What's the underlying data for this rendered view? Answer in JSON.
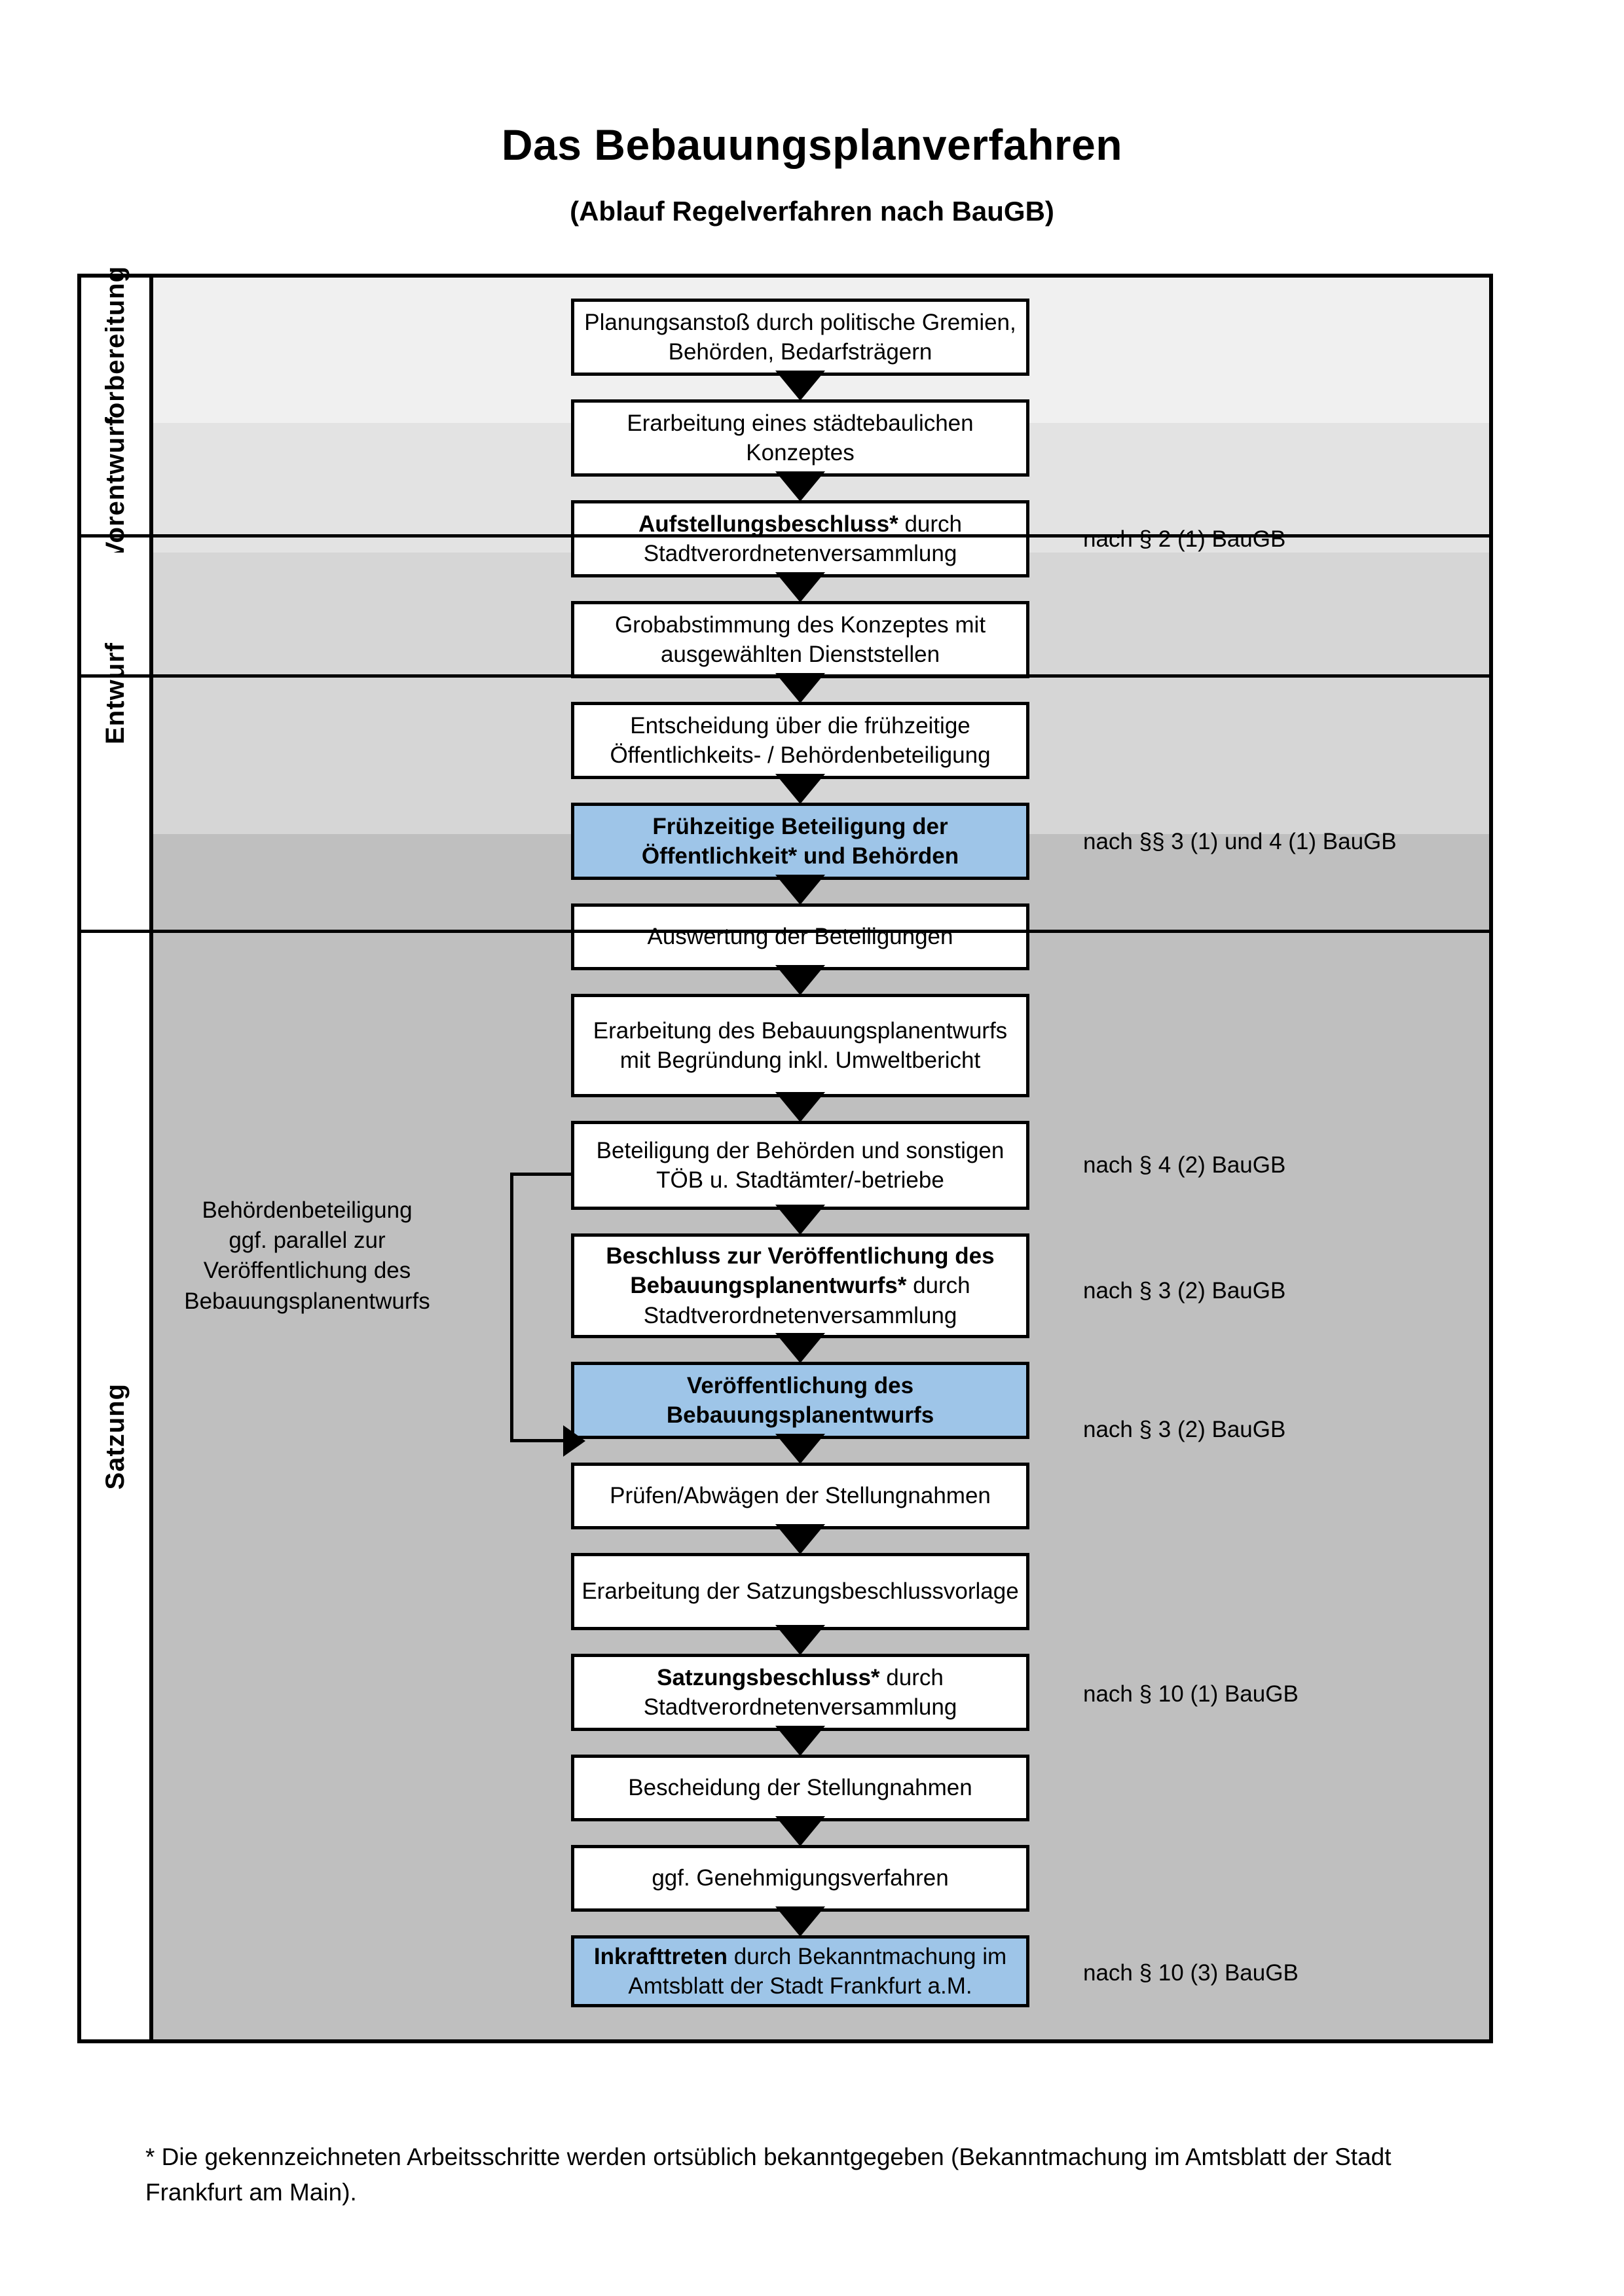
{
  "header": {
    "title": "Das Bebauungsplanverfahren",
    "subtitle": "(Ablauf Regelverfahren nach BauGB)"
  },
  "phases": [
    {
      "key": "vorbereitung",
      "label": "Vorbereitung",
      "band_color": "#F0F0F0"
    },
    {
      "key": "vorentwurf",
      "label": "Vorentwurf",
      "band_color": "#E3E3E3"
    },
    {
      "key": "entwurf",
      "label": "Entwurf",
      "band_color": "#D6D6D6"
    },
    {
      "key": "satzung",
      "label": "Satzung",
      "band_color": "#BFBFBF"
    }
  ],
  "steps": [
    {
      "id": "s1",
      "phase": "vorbereitung",
      "text": "Planungsanstoß durch politische Gremien, Behörden, Bedarfsträgern",
      "bold_lead": "",
      "highlight": false
    },
    {
      "id": "s2",
      "phase": "vorbereitung",
      "text": "Erarbeitung eines städtebaulichen Konzeptes",
      "bold_lead": "",
      "highlight": false
    },
    {
      "id": "s3",
      "phase": "vorbereitung",
      "text": " durch Stadtverordnetenversammlung",
      "bold_lead": "Aufstellungsbeschluss*",
      "highlight": false
    },
    {
      "id": "s4",
      "phase": "vorentwurf",
      "text": "Grobabstimmung des Konzeptes mit ausgewählten Dienststellen",
      "bold_lead": "",
      "highlight": false
    },
    {
      "id": "s5",
      "phase": "vorentwurf",
      "text": "Entscheidung über die frühzeitige Öffentlichkeits- / Behördenbeteiligung",
      "bold_lead": "",
      "highlight": false
    },
    {
      "id": "s6",
      "phase": "vorentwurf",
      "text": "Frühzeitige Beteiligung der Öffentlichkeit* und Behörden",
      "bold_lead": "",
      "highlight": true,
      "all_bold": true
    },
    {
      "id": "s7",
      "phase": "entwurf",
      "text": "Auswertung der Beteiligungen",
      "bold_lead": "",
      "highlight": false
    },
    {
      "id": "s8",
      "phase": "entwurf",
      "text": "Erarbeitung des Bebauungsplanentwurfs mit Begründung inkl. Umweltbericht",
      "bold_lead": "",
      "highlight": false
    },
    {
      "id": "s9",
      "phase": "entwurf",
      "text": "Beteiligung der Behörden und sonstigen TÖB u. Stadtämter/-betriebe",
      "bold_lead": "",
      "highlight": false
    },
    {
      "id": "s10",
      "phase": "entwurf",
      "text": " durch Stadtverordnetenversammlung",
      "bold_lead": "Beschluss zur Veröffentlichung des Bebauungsplanentwurfs*",
      "highlight": false
    },
    {
      "id": "s11",
      "phase": "entwurf",
      "text": "Veröffentlichung des Bebauungsplanentwurfs",
      "bold_lead": "",
      "highlight": true,
      "all_bold": true
    },
    {
      "id": "s12",
      "phase": "satzung",
      "text": "Prüfen/Abwägen der Stellungnahmen",
      "bold_lead": "",
      "highlight": false
    },
    {
      "id": "s13",
      "phase": "satzung",
      "text": "Erarbeitung der Satzungsbeschlussvorlage",
      "bold_lead": "",
      "highlight": false
    },
    {
      "id": "s14",
      "phase": "satzung",
      "text": " durch Stadtverordnetenversammlung",
      "bold_lead": "Satzungsbeschluss*",
      "highlight": false
    },
    {
      "id": "s15",
      "phase": "satzung",
      "text": "Bescheidung der Stellungnahmen",
      "bold_lead": "",
      "highlight": false
    },
    {
      "id": "s16",
      "phase": "satzung",
      "text": "ggf. Genehmigungsverfahren",
      "bold_lead": "",
      "highlight": false
    },
    {
      "id": "s17",
      "phase": "satzung",
      "text": " durch Bekanntmachung im Amtsblatt der Stadt Frankfurt a.M.",
      "bold_lead": "Inkrafttreten",
      "highlight": true
    }
  ],
  "legal_notes": [
    {
      "id": "n1",
      "text": "nach § 2 (1) BauGB",
      "for_step": "s3"
    },
    {
      "id": "n2",
      "text": "nach §§ 3 (1) und 4 (1) BauGB",
      "for_step": "s6"
    },
    {
      "id": "n3",
      "text": "nach § 4 (2) BauGB",
      "for_step": "s9"
    },
    {
      "id": "n4",
      "text": "nach § 3 (2) BauGB",
      "for_step": "s10"
    },
    {
      "id": "n5",
      "text": "nach § 3 (2) BauGB",
      "for_step": "s11"
    },
    {
      "id": "n6",
      "text": "nach § 10 (1) BauGB",
      "for_step": "s14"
    },
    {
      "id": "n7",
      "text": "nach § 10 (3) BauGB",
      "for_step": "s17"
    }
  ],
  "side_annotation": {
    "line1": "Behördenbeteiligung",
    "line2": "ggf. parallel zur",
    "line3": "Veröffentlichung des",
    "line4": "Bebauungsplanentwurfs"
  },
  "footnote": {
    "text": "* Die gekennzeichneten Arbeitsschritte werden ortsüblich bekanntgegeben (Bekanntmachung im Amtsblatt  der Stadt Frankfurt am Main)."
  },
  "colors": {
    "highlight_blue": "#9EC5E8",
    "box_border": "#000000",
    "frame_border": "#000000"
  }
}
